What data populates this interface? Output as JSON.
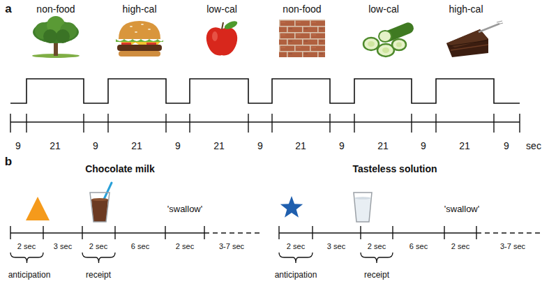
{
  "diagram": {
    "labels": [
      "a",
      "non-food",
      "high-cal",
      "low-cal",
      "non-food",
      "low-cal",
      "high-cal",
      "9",
      "21",
      "9",
      "21",
      "9",
      "21",
      "9",
      "21",
      "9",
      "21",
      "9",
      "21",
      "9",
      "sec",
      "b",
      "Chocolate milk",
      "Tasteless solution",
      "'swallow'",
      "'swallow'",
      "2 sec",
      "3 sec",
      "2 sec",
      "6 sec",
      "2 sec",
      "3-7 sec",
      "2 sec",
      "3 sec",
      "2 sec",
      "6 sec",
      "2 sec",
      "3-7 sec",
      "anticipation",
      "receipt",
      "anticipation",
      "receipt"
    ]
  }
}
